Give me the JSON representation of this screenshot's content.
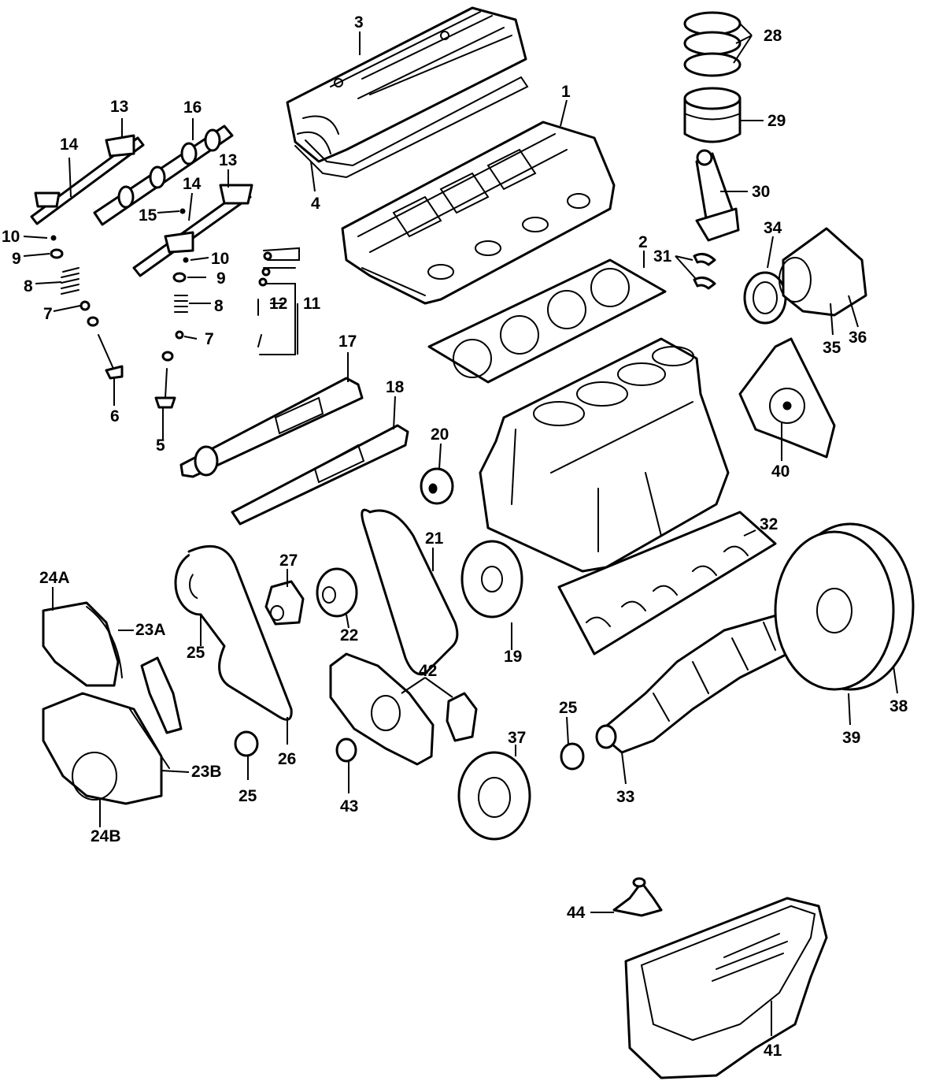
{
  "labels": {
    "p1": "1",
    "p2": "2",
    "p3": "3",
    "p4": "4",
    "p5": "5",
    "p6": "6",
    "p7a": "7",
    "p7b": "7",
    "p8a": "8",
    "p8b": "8",
    "p9a": "9",
    "p9b": "9",
    "p10a": "10",
    "p10b": "10",
    "p11": "11",
    "p12": "12",
    "p13a": "13",
    "p13b": "13",
    "p14a": "14",
    "p14b": "14",
    "p15": "15",
    "p16": "16",
    "p17": "17",
    "p18": "18",
    "p19": "19",
    "p20": "20",
    "p21": "21",
    "p22": "22",
    "p23a": "23A",
    "p23b": "23B",
    "p24a": "24A",
    "p24b": "24B",
    "p25a": "25",
    "p25b": "25",
    "p25c": "25",
    "p26": "26",
    "p27": "27",
    "p28": "28",
    "p29": "29",
    "p30": "30",
    "p31": "31",
    "p32": "32",
    "p33": "33",
    "p34": "34",
    "p35": "35",
    "p36": "36",
    "p37": "37",
    "p38": "38",
    "p39": "39",
    "p40": "40",
    "p41": "41",
    "p42": "42",
    "p43": "43",
    "p44": "44"
  }
}
